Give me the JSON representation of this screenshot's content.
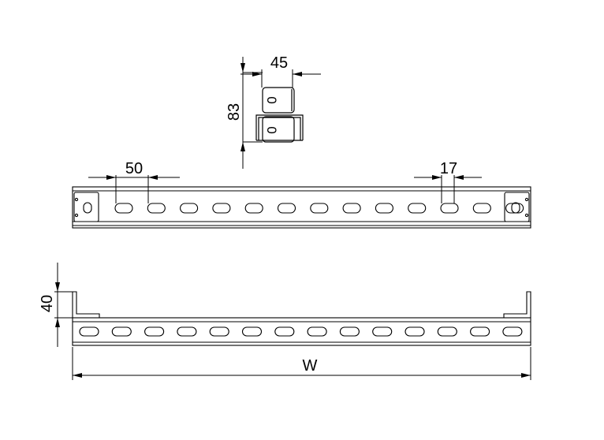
{
  "drawing": {
    "end_view": {
      "width_label": "45",
      "height_label": "83",
      "slot_label_top": "0",
      "slot_label_bottom": "0"
    },
    "top_view": {
      "pitch_label": "50",
      "slot_width_label": "17",
      "slot_count": 13
    },
    "front_view": {
      "height_label": "40",
      "length_label": "W",
      "slot_count": 14
    },
    "colors": {
      "line": "#000000",
      "background": "#ffffff"
    }
  }
}
